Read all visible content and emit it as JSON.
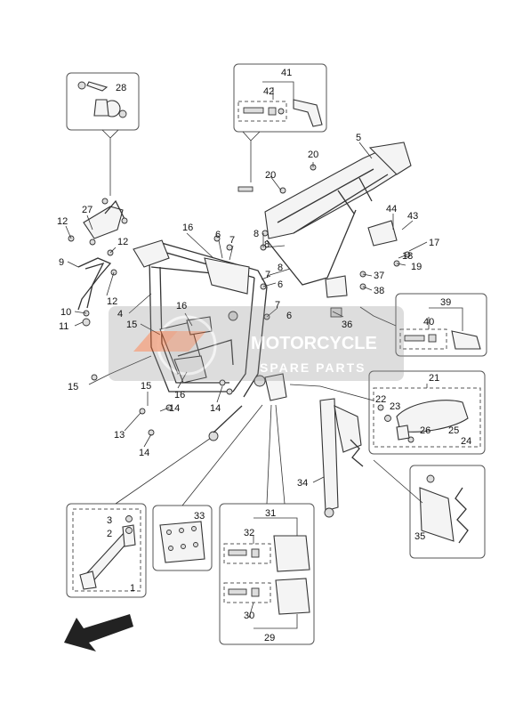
{
  "diagram": {
    "callouts": [
      "1",
      "2",
      "3",
      "4",
      "5",
      "6",
      "7",
      "8",
      "9",
      "10",
      "11",
      "12",
      "13",
      "14",
      "15",
      "16",
      "17",
      "18",
      "19",
      "20",
      "21",
      "22",
      "23",
      "24",
      "25",
      "26",
      "27",
      "28",
      "29",
      "30",
      "31",
      "32",
      "33",
      "34",
      "35",
      "36",
      "37",
      "38",
      "39",
      "40",
      "41",
      "42",
      "43",
      "44"
    ],
    "watermark": {
      "line1": "MOTORCYCLE",
      "line2": "SPARE PARTS",
      "color": "#e8622a"
    },
    "arrow_icon": "direction-arrow-icon"
  }
}
